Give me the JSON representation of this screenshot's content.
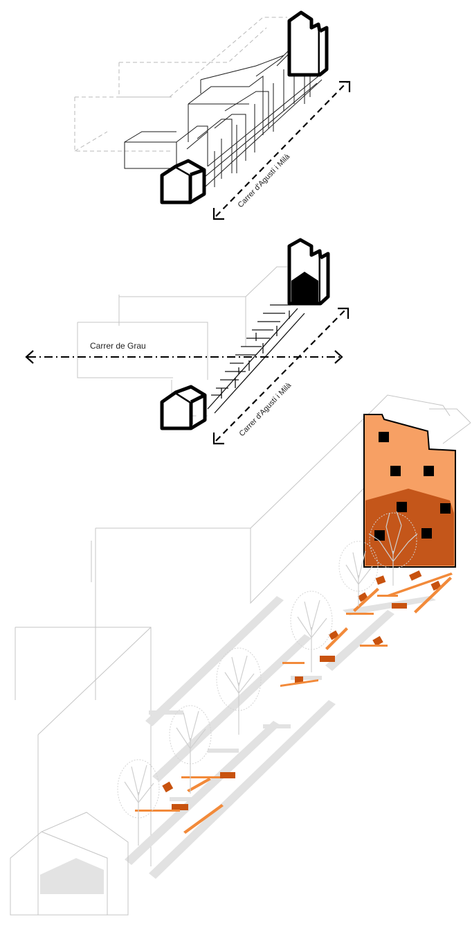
{
  "labels": {
    "street_agusti_top": "Carrer d'Agustí i Milà",
    "street_grau": "Carrer de Grau",
    "street_agusti_mid": "Carrer d'Agustí i Milà"
  },
  "colors": {
    "facade_light": "#f7a064",
    "facade_dark": "#c4561a",
    "bench_dark": "#c8520e",
    "bench_light": "#f28a3a",
    "outline": "#000000",
    "ghost": "#b8b8b8"
  }
}
